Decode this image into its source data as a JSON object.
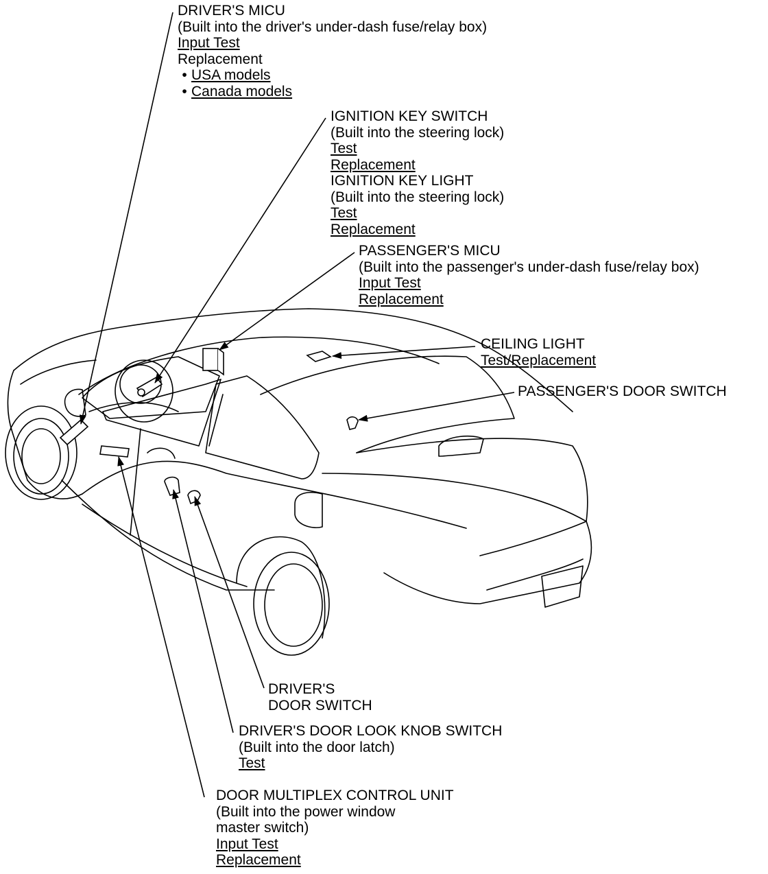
{
  "callouts": {
    "drivers_micu": {
      "title": "DRIVER'S MICU",
      "note": "(Built into the driver's under-dash fuse/relay box)",
      "input_test": "Input Test",
      "replacement": "Replacement",
      "usa_models": "USA models",
      "canada_models": "Canada models"
    },
    "ignition_key_switch": {
      "title": "IGNITION KEY SWITCH",
      "note": "(Built into the steering lock)",
      "test": "Test",
      "replacement": "Replacement"
    },
    "ignition_key_light": {
      "title": "IGNITION KEY LIGHT",
      "note": "(Built into the steering lock)",
      "test": "Test",
      "replacement": "Replacement"
    },
    "passengers_micu": {
      "title": "PASSENGER'S MICU",
      "note": "(Built into the passenger's under-dash fuse/relay box)",
      "input_test": "Input Test",
      "replacement": "Replacement"
    },
    "ceiling_light": {
      "title": "CEILING LIGHT",
      "test_replacement": "Test/Replacement"
    },
    "passengers_door_switch": {
      "title": "PASSENGER'S DOOR SWITCH"
    },
    "drivers_door_switch": {
      "title_line1": "DRIVER'S",
      "title_line2": "DOOR SWITCH"
    },
    "drivers_door_lock_knob_switch": {
      "title": "DRIVER'S DOOR LOOK KNOB SWITCH",
      "note": "(Built into the door latch)",
      "test": "Test"
    },
    "door_multiplex_control_unit": {
      "title": "DOOR MULTIPLEX CONTROL UNIT",
      "note_line1": "(Built into the power window",
      "note_line2": "master switch)",
      "input_test": "Input Test",
      "replacement": "Replacement"
    }
  }
}
